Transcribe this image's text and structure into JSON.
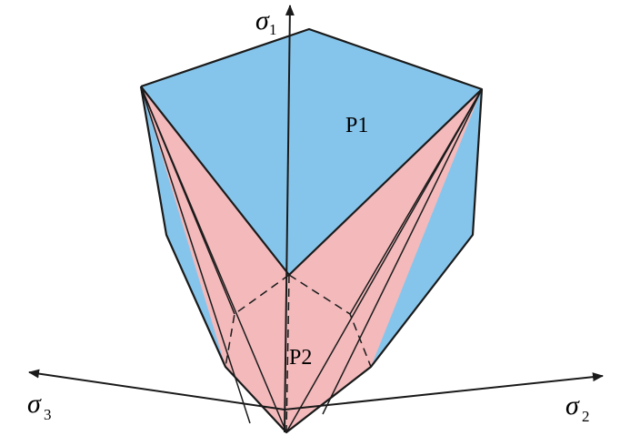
{
  "axes": {
    "sigma1": {
      "symbol": "σ",
      "subscript": "1"
    },
    "sigma2": {
      "symbol": "σ",
      "subscript": "2"
    },
    "sigma3": {
      "symbol": "σ",
      "subscript": "3"
    }
  },
  "regions": {
    "p1": {
      "label": "P1",
      "color": "#86c5eb"
    },
    "p2": {
      "label": "P2",
      "color": "#f3b9bb"
    }
  },
  "colors": {
    "outline": "#1a1a1a",
    "axis": "#1a1a1a"
  }
}
